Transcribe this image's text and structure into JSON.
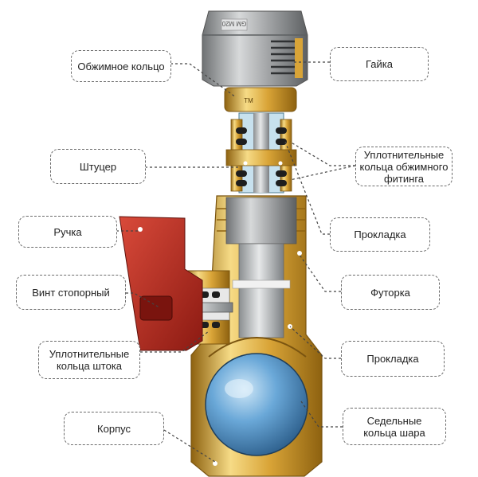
{
  "labels": {
    "compression_ring": "Обжимное кольцо",
    "nut": "Гайка",
    "union": "Штуцер",
    "fitting_o_rings": "Уплотнительные\nкольца обжимного\nфитинга",
    "handle": "Ручка",
    "gasket_upper": "Прокладка",
    "stop_screw": "Винт стопорный",
    "adapter": "Футорка",
    "stem_o_rings": "Уплотнительные\nкольца штока",
    "gasket_lower": "Прокладка",
    "body": "Корпус",
    "ball_seat_rings": "Седельные\nкольца шара"
  },
  "nut_engraving": "GM M20",
  "ring_engraving": "TM",
  "colors": {
    "brass": "#d9a437",
    "brass_dark": "#9b6d14",
    "brass_light": "#f6db86",
    "steel": "#a7a9ab",
    "handle_red": "#b2261c",
    "ball_blue": "#6aa8d8",
    "callout_border": "#6b6b6b"
  }
}
